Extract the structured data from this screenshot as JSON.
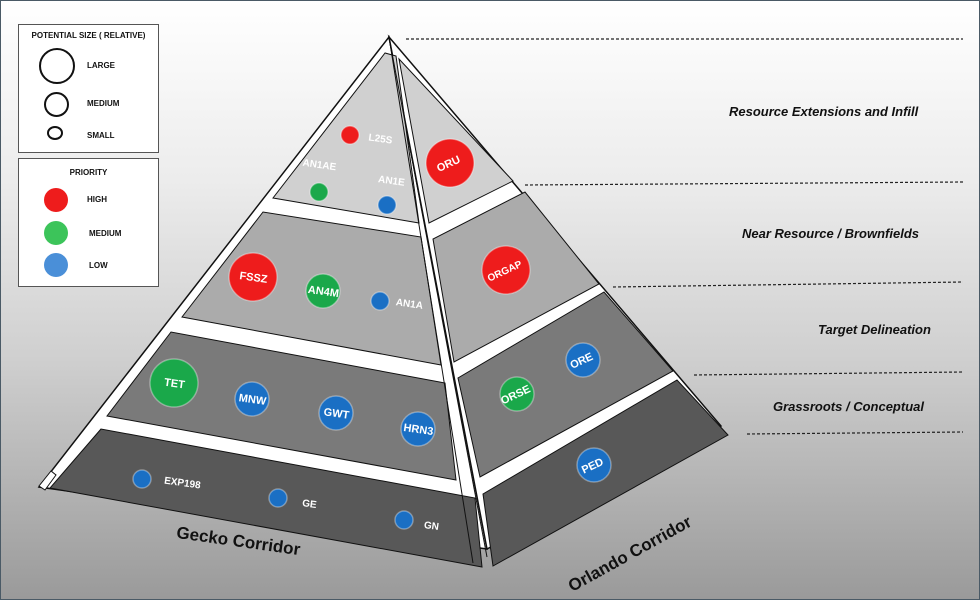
{
  "legend": {
    "size": {
      "title": "POTENTIAL SIZE ( RELATIVE)",
      "items": [
        {
          "key": "large",
          "label": "LARGE"
        },
        {
          "key": "medium",
          "label": "MEDIUM"
        },
        {
          "key": "small",
          "label": "SMALL"
        }
      ]
    },
    "priority": {
      "title": "PRIORITY",
      "items": [
        {
          "key": "high",
          "label": "HIGH",
          "color": "#ee1c1c"
        },
        {
          "key": "medium",
          "label": "MEDIUM",
          "color": "#1aa84a"
        },
        {
          "key": "low",
          "label": "LOW",
          "color": "#1a6fc4"
        }
      ]
    }
  },
  "colors": {
    "high": "#ee1c1c",
    "medium": "#1aa84a",
    "low": "#1a6fc4",
    "tier1": "#d0d0d0",
    "tier2": "#ababab",
    "tier3": "#7a7a7a",
    "tier4": "#585858"
  },
  "tiers": [
    {
      "label": "Resource Extensions and Infill"
    },
    {
      "label": "Near Resource / Brownfields"
    },
    {
      "label": "Target Delineation"
    },
    {
      "label": "Grassroots / Conceptual"
    }
  ],
  "corridors": {
    "gecko": "Gecko Corridor",
    "orlando": "Orlando Corridor"
  },
  "projects": [
    {
      "name": "L25S",
      "corridor": "Gecko",
      "tier": 1,
      "priority": "high",
      "size": "small"
    },
    {
      "name": "AN1AE",
      "corridor": "Gecko",
      "tier": 1,
      "priority": "medium",
      "size": "small"
    },
    {
      "name": "AN1E",
      "corridor": "Gecko",
      "tier": 1,
      "priority": "low",
      "size": "small"
    },
    {
      "name": "ORU",
      "corridor": "Orlando",
      "tier": 1,
      "priority": "high",
      "size": "large"
    },
    {
      "name": "FSSZ",
      "corridor": "Gecko",
      "tier": 2,
      "priority": "high",
      "size": "large"
    },
    {
      "name": "AN4M",
      "corridor": "Gecko",
      "tier": 2,
      "priority": "medium",
      "size": "medium"
    },
    {
      "name": "AN1A",
      "corridor": "Gecko",
      "tier": 2,
      "priority": "low",
      "size": "small"
    },
    {
      "name": "ORGAP",
      "corridor": "Orlando",
      "tier": 2,
      "priority": "high",
      "size": "large"
    },
    {
      "name": "TET",
      "corridor": "Gecko",
      "tier": 3,
      "priority": "medium",
      "size": "large"
    },
    {
      "name": "MNW",
      "corridor": "Gecko",
      "tier": 3,
      "priority": "low",
      "size": "medium"
    },
    {
      "name": "GWT",
      "corridor": "Gecko",
      "tier": 3,
      "priority": "low",
      "size": "medium"
    },
    {
      "name": "HRN3",
      "corridor": "Gecko",
      "tier": 3,
      "priority": "low",
      "size": "medium"
    },
    {
      "name": "ORE",
      "corridor": "Orlando",
      "tier": 3,
      "priority": "low",
      "size": "medium"
    },
    {
      "name": "ORSE",
      "corridor": "Orlando",
      "tier": 3,
      "priority": "medium",
      "size": "medium"
    },
    {
      "name": "EXP198",
      "corridor": "Gecko",
      "tier": 4,
      "priority": "low",
      "size": "small"
    },
    {
      "name": "GE",
      "corridor": "Gecko",
      "tier": 4,
      "priority": "low",
      "size": "small"
    },
    {
      "name": "GN",
      "corridor": "Gecko",
      "tier": 4,
      "priority": "low",
      "size": "small"
    },
    {
      "name": "PED",
      "corridor": "Orlando",
      "tier": 4,
      "priority": "low",
      "size": "medium"
    }
  ]
}
